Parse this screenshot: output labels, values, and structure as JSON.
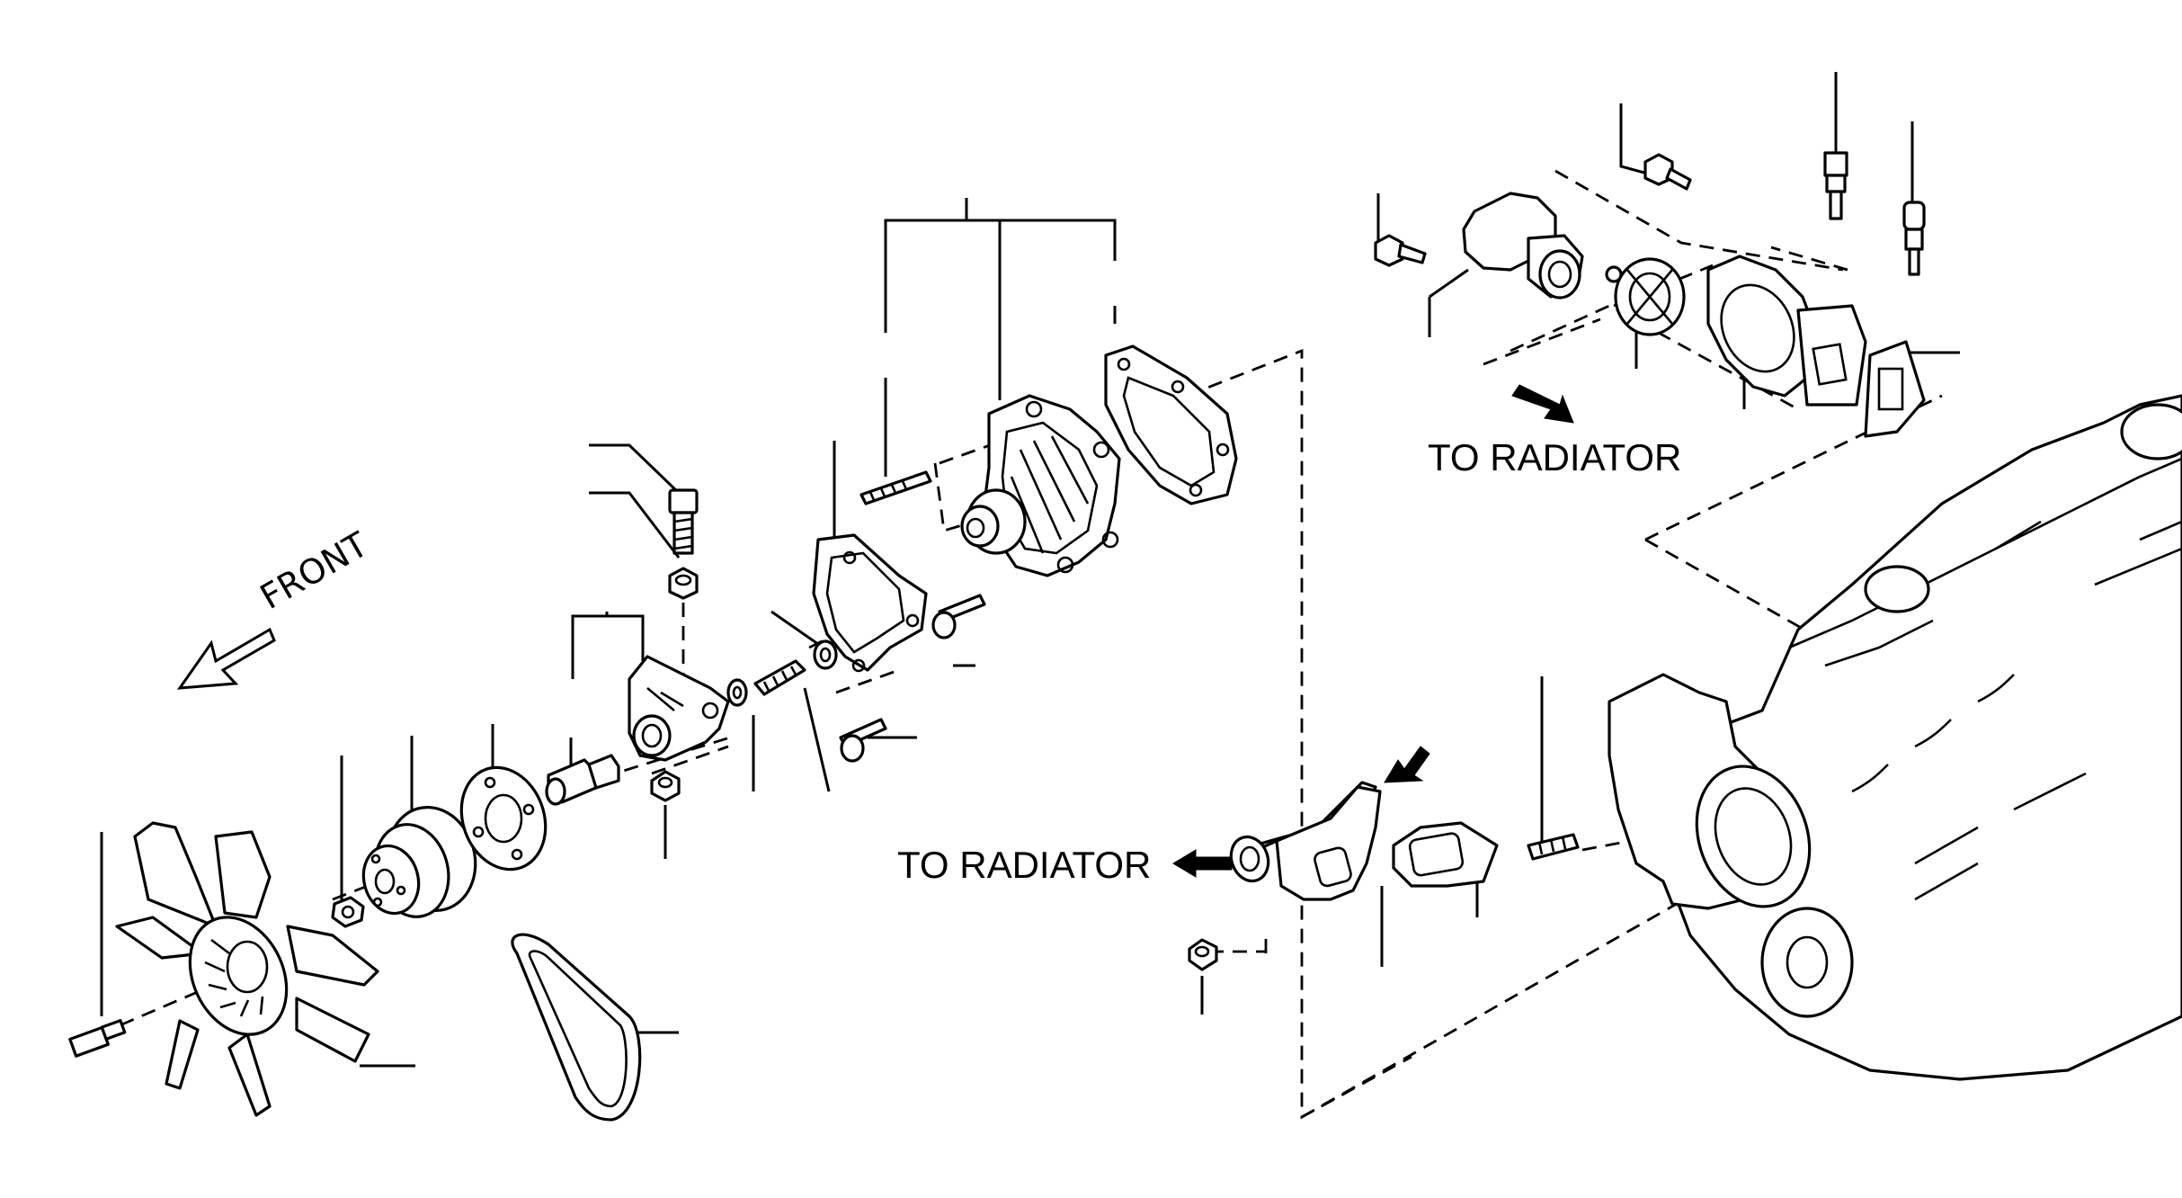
{
  "labels": {
    "to_radiator_top": "TO RADIATOR",
    "to_radiator_mid": "TO RADIATOR",
    "front": "FRONT"
  },
  "colors": {
    "line": "#000000",
    "background": "#ffffff"
  },
  "icons": [
    "arrow-right-icon",
    "arrow-left-icon",
    "front-arrow-icon"
  ]
}
